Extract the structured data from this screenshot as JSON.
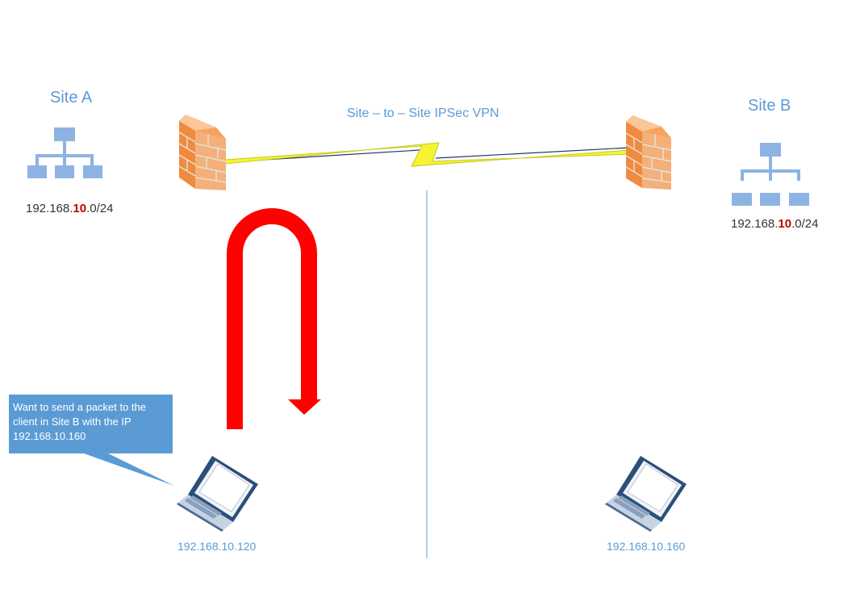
{
  "site_a": {
    "title": "Site A",
    "subnet_prefix": "192.168.",
    "subnet_octet": "10",
    "subnet_suffix": ".0/24",
    "client_ip": "192.168.10.120"
  },
  "site_b": {
    "title": "Site B",
    "subnet_prefix": "192.168.",
    "subnet_octet": "10",
    "subnet_suffix": ".0/24",
    "client_ip": "192.168.10.160"
  },
  "vpn": {
    "label": "Site – to – Site IPSec VPN"
  },
  "callout": {
    "text": "Want to send a packet to the client in Site B with the IP 192.168.10.160"
  },
  "colors": {
    "accent": "#5b9bd5",
    "highlight": "#c00000",
    "arrow": "#ff0000",
    "lightning": "#f4f431",
    "firewall": "#f08a3e"
  },
  "icons": [
    "network-icon",
    "firewall-icon",
    "lightning-link-icon",
    "u-turn-arrow-icon",
    "laptop-icon"
  ]
}
